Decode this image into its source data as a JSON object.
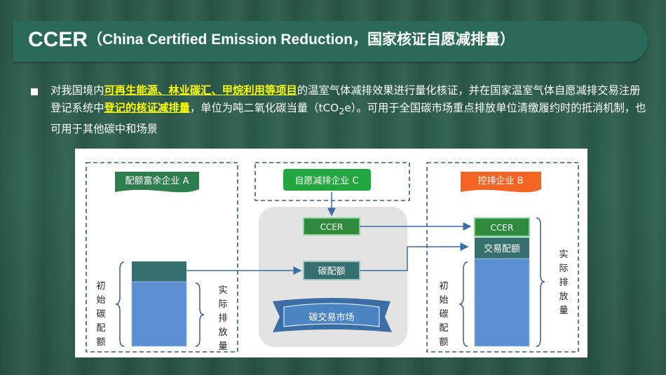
{
  "title": {
    "main": "CCER",
    "sub": "（China Certified Emission Reduction，国家核证自愿减排量）"
  },
  "paragraph": {
    "p1": "对我国境内",
    "h1": "可再生能源、林业碳汇、甲烷利用等项目",
    "p2": "的温室气体减排效果进行量化核证，并在国家温室气体自愿减排交易注册登记系统中",
    "h2": "登记的核证减排量",
    "p3": "，单位为吨二氧化碳当量（tCO",
    "sub": "2",
    "p4": "e）。可用于全国碳市场重点排放单位清缴履约时的抵消机制，也可用于其他碳中和场景"
  },
  "diagram": {
    "company_a": "配额富余企业 A",
    "company_c": "自愿减排企业 C",
    "company_b": "控排企业 B",
    "ccer": "CCER",
    "carbon_quota": "碳配额",
    "market": "碳交易市场",
    "trade_quota": "交易配额",
    "initial_quota_chars": [
      "初",
      "始",
      "碳",
      "配",
      "额"
    ],
    "actual_emission_chars": [
      "实",
      "际",
      "排",
      "放",
      "量"
    ]
  },
  "colors": {
    "green_tag": "#2e7d4f",
    "c_green": "#23a640",
    "b_orange": "#f26522",
    "teal_box": "#36706e",
    "blue_bar": "#5b8fd1",
    "ribbon": "#3a6ea5",
    "highlight": "#ffff00"
  }
}
